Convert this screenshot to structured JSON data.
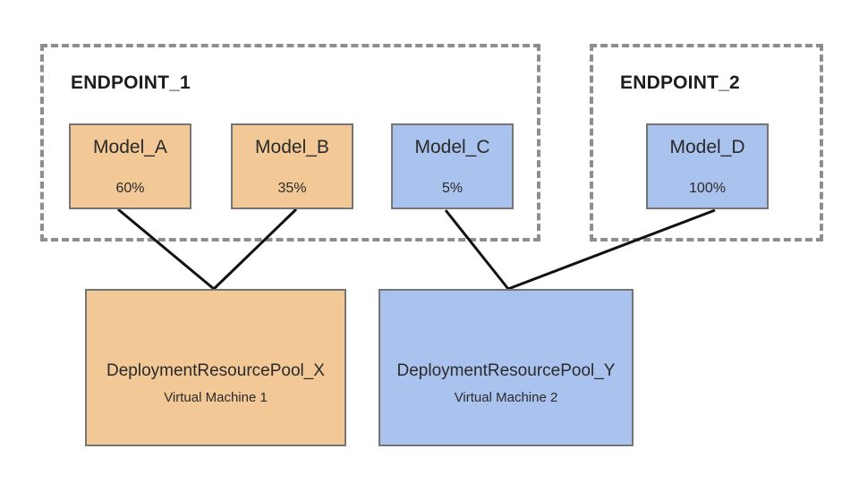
{
  "diagram": {
    "endpoints": [
      {
        "id": "endpoint-1",
        "label": "ENDPOINT_1"
      },
      {
        "id": "endpoint-2",
        "label": "ENDPOINT_2"
      }
    ],
    "models": [
      {
        "id": "model-a",
        "label": "Model_A",
        "traffic": "60%",
        "endpoint": "ENDPOINT_1",
        "pool": "DeploymentResourcePool_X"
      },
      {
        "id": "model-b",
        "label": "Model_B",
        "traffic": "35%",
        "endpoint": "ENDPOINT_1",
        "pool": "DeploymentResourcePool_X"
      },
      {
        "id": "model-c",
        "label": "Model_C",
        "traffic": "5%",
        "endpoint": "ENDPOINT_1",
        "pool": "DeploymentResourcePool_Y"
      },
      {
        "id": "model-d",
        "label": "Model_D",
        "traffic": "100%",
        "endpoint": "ENDPOINT_2",
        "pool": "DeploymentResourcePool_Y"
      }
    ],
    "pools": [
      {
        "id": "pool-x",
        "label": "DeploymentResourcePool_X",
        "machine": "Virtual Machine 1"
      },
      {
        "id": "pool-y",
        "label": "DeploymentResourcePool_Y",
        "machine": "Virtual Machine 2"
      }
    ],
    "connections": [
      {
        "from": "Model_A",
        "to": "DeploymentResourcePool_X"
      },
      {
        "from": "Model_B",
        "to": "DeploymentResourcePool_X"
      },
      {
        "from": "Model_C",
        "to": "DeploymentResourcePool_Y"
      },
      {
        "from": "Model_D",
        "to": "DeploymentResourcePool_Y"
      }
    ],
    "colors": {
      "orange_fill": "#f2c896",
      "blue_fill": "#a9c2ee",
      "box_border": "#757575",
      "dashed_border": "#8e8e8e",
      "connector": "#111111",
      "text": "#2a2a2a"
    }
  }
}
